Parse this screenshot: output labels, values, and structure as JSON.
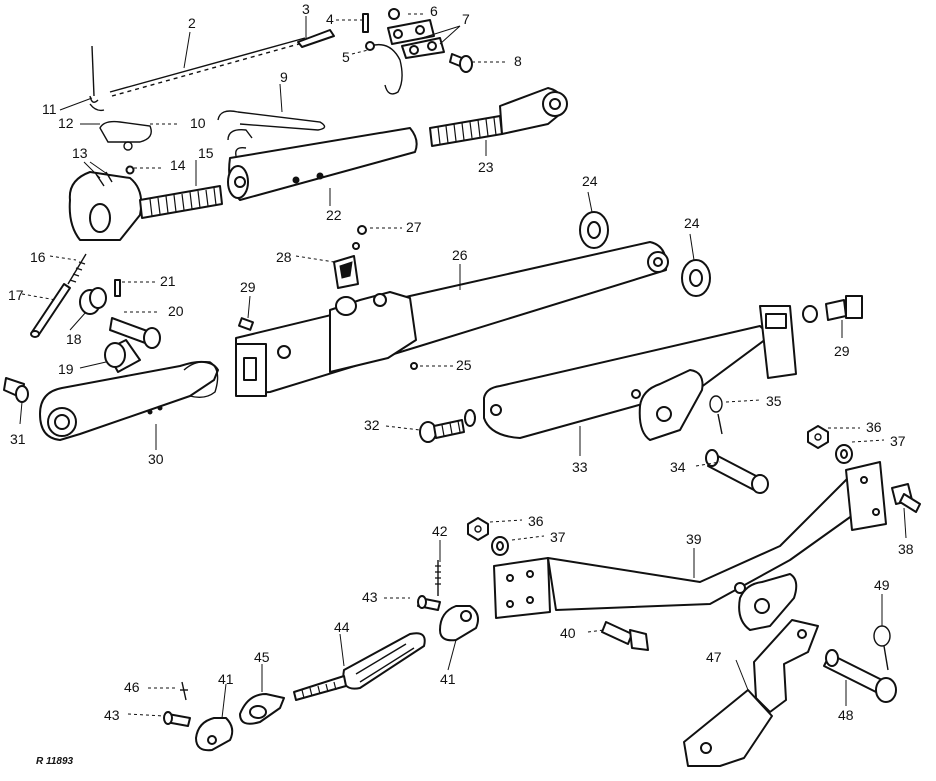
{
  "diagram": {
    "callouts": [
      "2",
      "3",
      "4",
      "5",
      "6",
      "7",
      "8",
      "9",
      "10",
      "11",
      "12",
      "13",
      "14",
      "15",
      "16",
      "17",
      "18",
      "19",
      "20",
      "21",
      "22",
      "23",
      "24",
      "25",
      "26",
      "27",
      "28",
      "29",
      "30",
      "31",
      "32",
      "33",
      "34",
      "35",
      "36",
      "37",
      "38",
      "39",
      "40",
      "41",
      "42",
      "43",
      "44",
      "45",
      "46",
      "47",
      "48",
      "49"
    ],
    "reference": "R 11893"
  }
}
